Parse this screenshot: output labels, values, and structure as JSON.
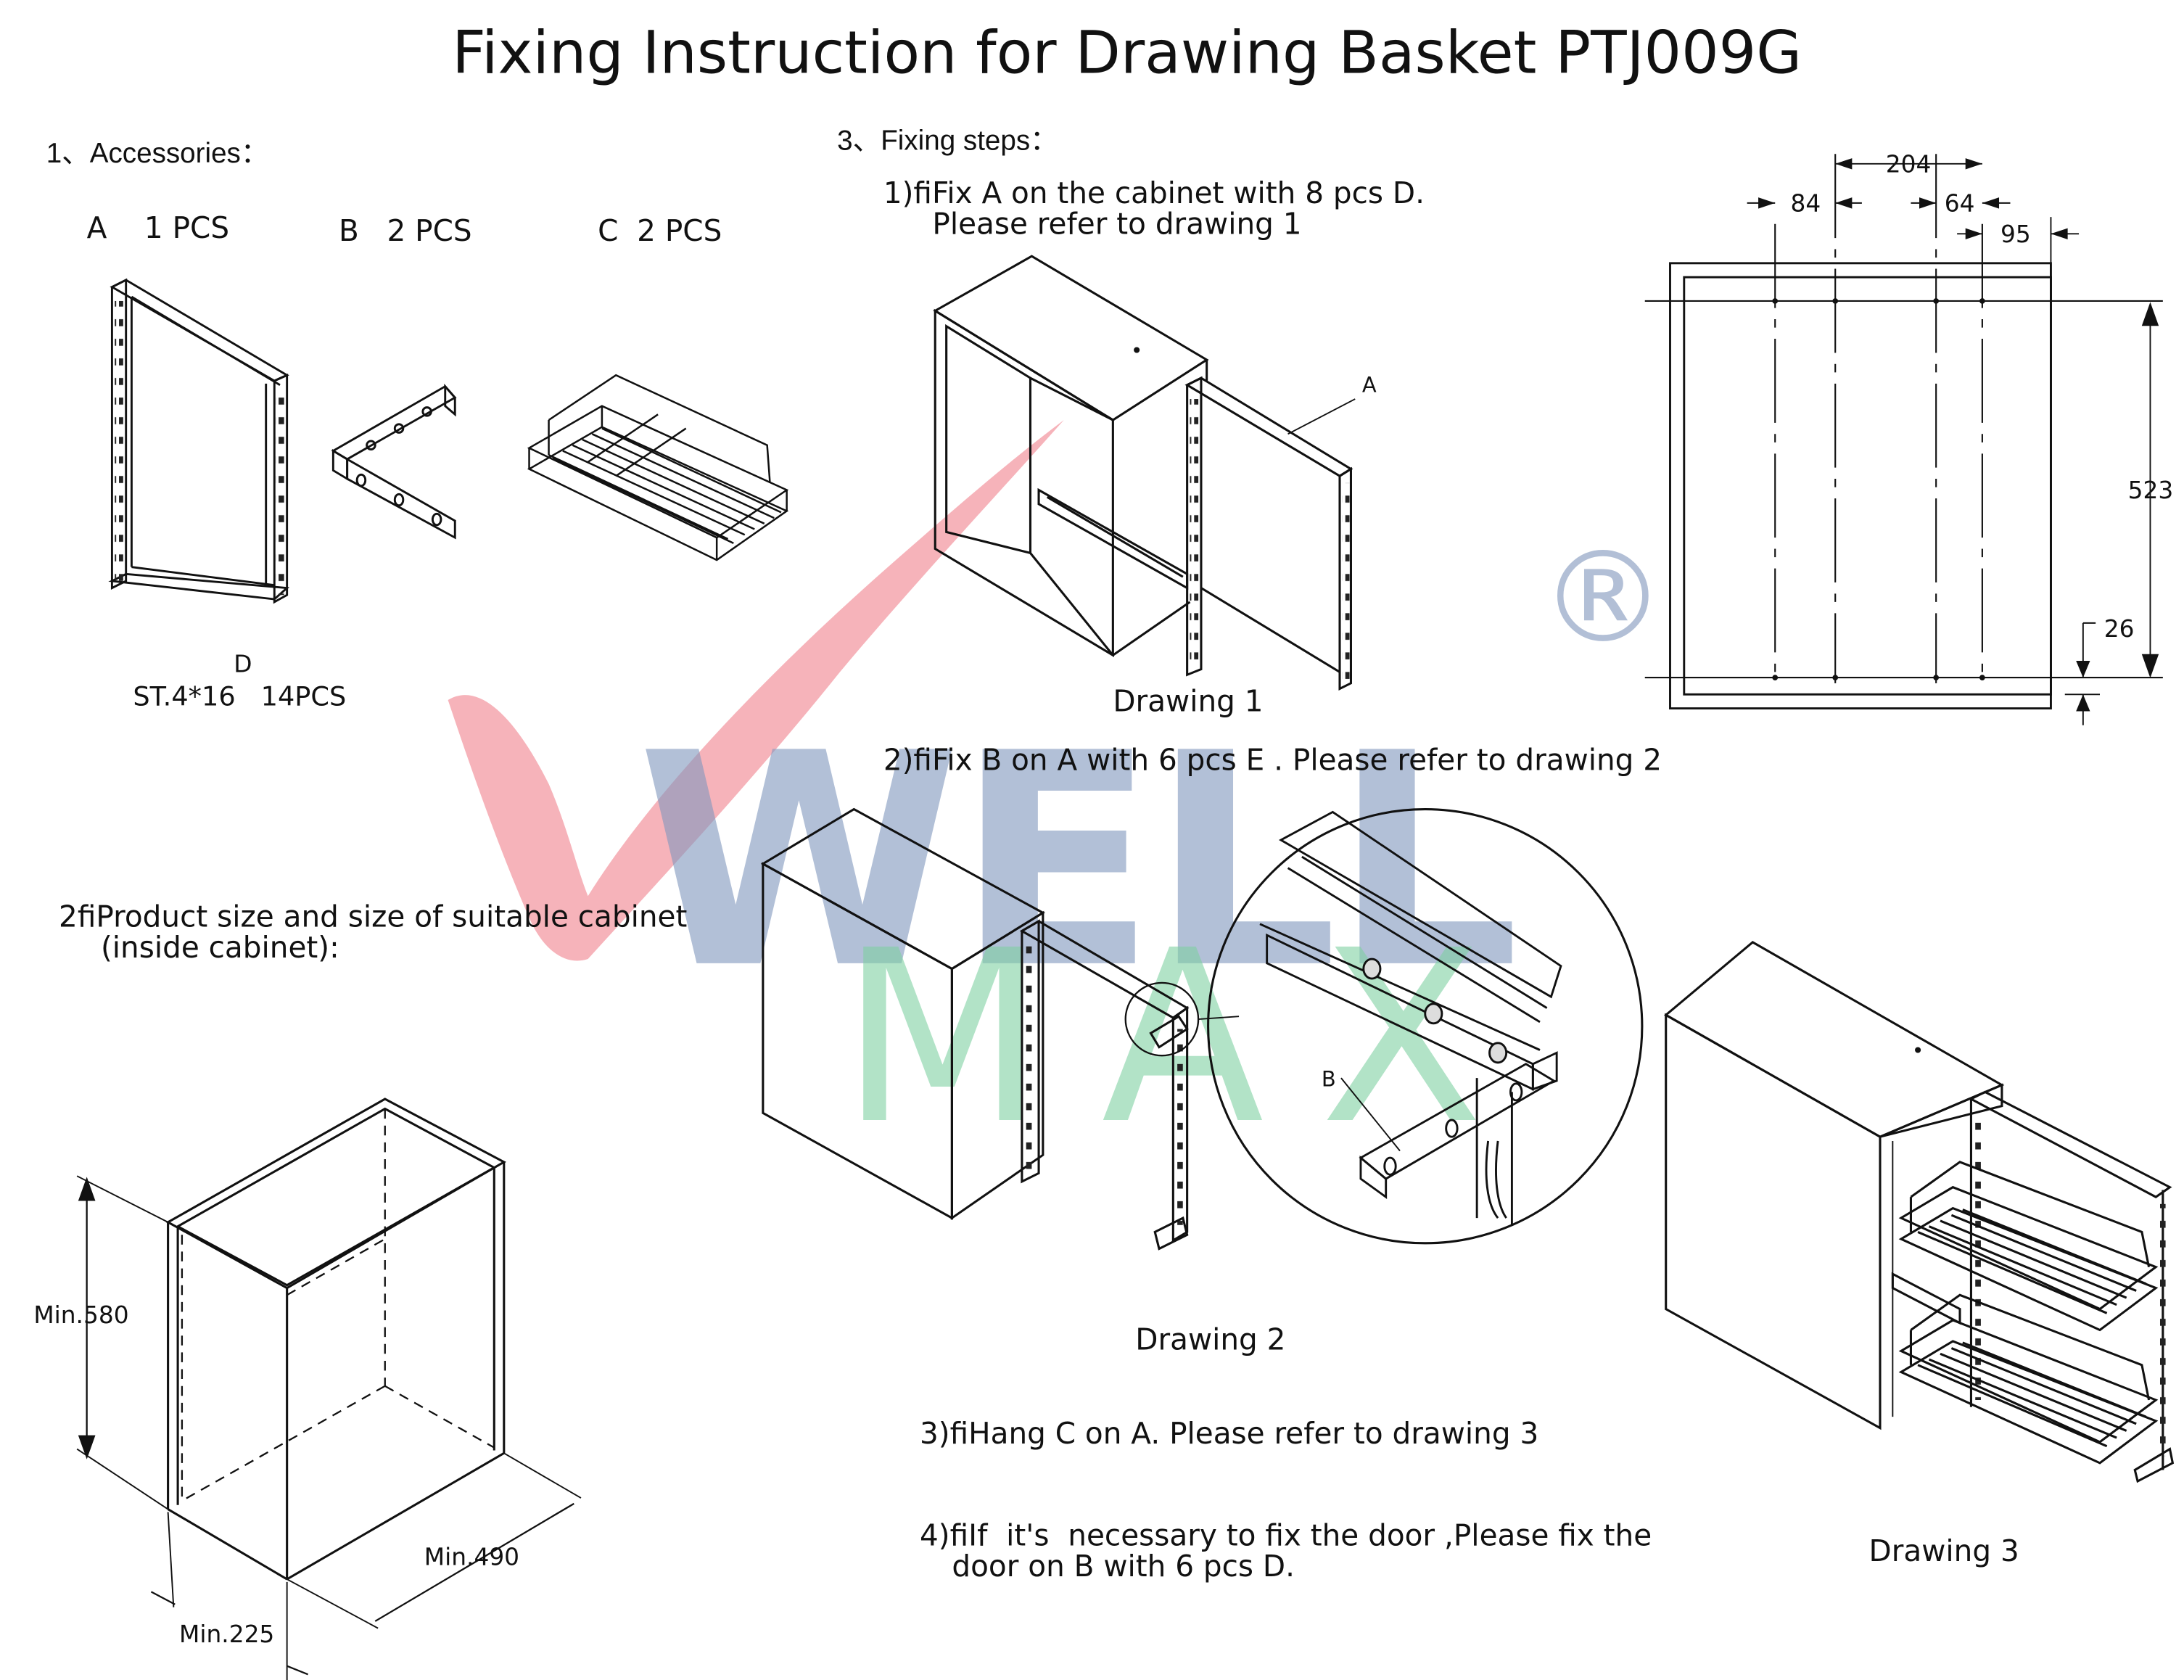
{
  "title": "Fixing Instruction for Drawing Basket PTJ009G",
  "accessories": {
    "heading": "1、Accessories：",
    "a": "A    1 PCS",
    "b": "B   2 PCS",
    "c": "C  2 PCS",
    "d_letter": "D",
    "d_spec": "ST.4*16   14PCS"
  },
  "product_size": {
    "heading": "2fiProduct size and size of suitable cabinet",
    "subheading": "(inside cabinet):",
    "min_height": "Min.580",
    "min_depth": "Min.490",
    "min_width": "Min.225"
  },
  "steps": {
    "heading": "3、Fixing steps：",
    "step1_line1": "1)fiFix A on the cabinet with 8 pcs D.",
    "step1_line2": "Please refer to drawing 1",
    "step2": "2)fiFix B on A with 6 pcs E . Please refer to drawing 2",
    "step3": "3)fiHang C on A. Please refer to drawing 3",
    "step4_line1": "4)fiIf  it's  necessary to fix the door ,Please fix the",
    "step4_line2": "door on B with 6 pcs D."
  },
  "drawings": {
    "d1": "Drawing 1",
    "d2": "Drawing 2",
    "d3": "Drawing 3",
    "label_a": "A",
    "label_b": "B"
  },
  "dimensions": {
    "d204": "204",
    "d84": "84",
    "d64": "64",
    "d95": "95",
    "d523": "523",
    "d26": "26"
  },
  "watermark": {
    "word1": "WELL",
    "word2": "MAX",
    "registered": "®",
    "color_blue": "#7f96bd",
    "color_green": "#7fd0a2",
    "color_red": "#f08a96"
  }
}
